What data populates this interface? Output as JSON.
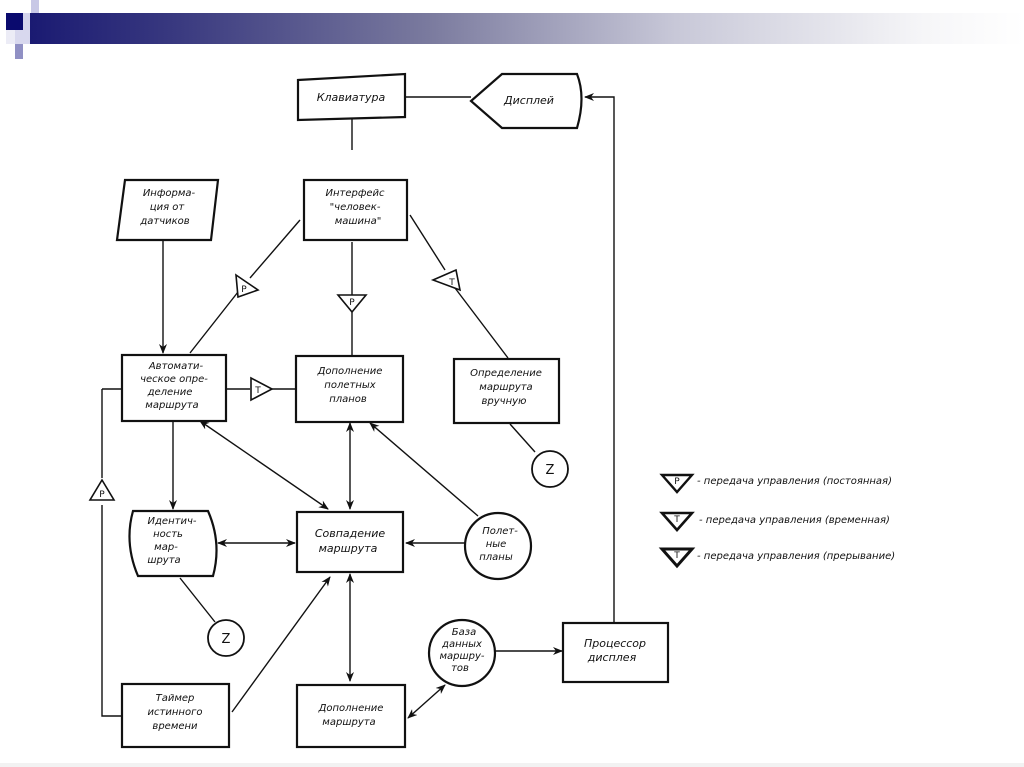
{
  "slide": {
    "accent_colors": {
      "header_dark": "#1a1a72",
      "header_light": "#ffffff"
    }
  },
  "nodes": {
    "keyboard": [
      "Клавиатура"
    ],
    "display": [
      "Дисплей"
    ],
    "sensor_info": [
      "Информа-",
      "ция от",
      "датчиков"
    ],
    "hmi": [
      "Интерфейс",
      "\"человек-",
      "машина\""
    ],
    "auto_route": [
      "Автомати-",
      "ческое опре-",
      "деление",
      "маршрута"
    ],
    "flight_plan_add": [
      "Дополнение",
      "полетных",
      "планов"
    ],
    "manual_route": [
      "Определение",
      "маршрута",
      "вручную"
    ],
    "route_identity": [
      "Идентич-",
      "ность",
      "мар-",
      "шрута"
    ],
    "route_match": [
      "Совпадение",
      "маршрута"
    ],
    "flight_plans": [
      "Полет-",
      "ные",
      "планы"
    ],
    "route_db": [
      "База",
      "данных",
      "маршру-",
      "тов"
    ],
    "display_processor": [
      "Процессор",
      "дисплея"
    ],
    "timer": [
      "Таймер",
      "истинного",
      "времени"
    ],
    "route_add": [
      "Дополнение",
      "маршрута"
    ],
    "connector_z1": "Z",
    "connector_z2": "Z"
  },
  "triangles": {
    "t_left": "P",
    "t_center": "P",
    "t_right": "Т",
    "t_auto": "Т",
    "t_timer": "P"
  },
  "legend": [
    {
      "symbol": "P",
      "text": "- передача управления (постоянная)"
    },
    {
      "symbol": "Т",
      "text": "- передача управления (временная)"
    },
    {
      "symbol": "Т",
      "text": "- передача управления (прерывание)"
    }
  ]
}
